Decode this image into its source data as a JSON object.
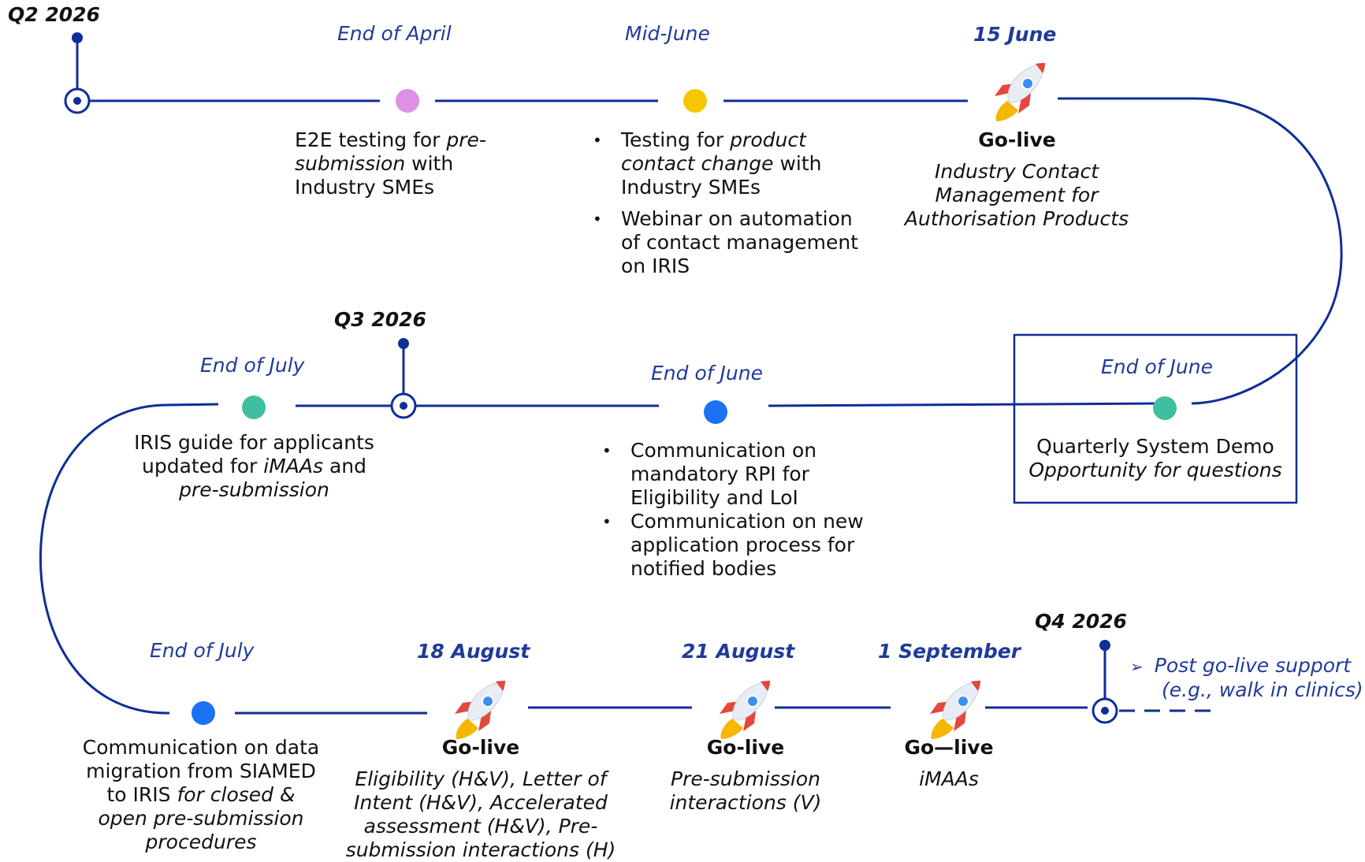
{
  "colors": {
    "line": "#0f2e96",
    "date_text": "#1f3a9a",
    "dot_pink": "#df8fe6",
    "dot_yellow": "#f6c700",
    "dot_teal": "#3fbf9f",
    "dot_blue": "#1a73f2",
    "rocket_body": "#e8ecf4",
    "rocket_red": "#e4483c",
    "rocket_window": "#3b8ff0",
    "rocket_flame": "#f6b700"
  },
  "quarters": {
    "q2": "Q2 2026",
    "q3": "Q3 2026",
    "q4": "Q4 2026"
  },
  "row1": {
    "m1": {
      "date": "End of April",
      "desc_a": "E2E testing for ",
      "desc_b": "pre-",
      "desc_c": "submission",
      "desc_d": " with",
      "desc_e": "Industry SMEs"
    },
    "m2": {
      "date": "Mid-June",
      "b1_a": "Testing for ",
      "b1_b": "product",
      "b1_c": "contact change",
      "b1_d": " with",
      "b1_e": "Industry SMEs",
      "b2_a": "Webinar on automation",
      "b2_b": "of contact management",
      "b2_c": "on IRIS"
    },
    "m3": {
      "date": "15 June",
      "title": "Go-live",
      "desc_1": "Industry Contact",
      "desc_2": "Management for",
      "desc_3": "Authorisation Products"
    }
  },
  "row2": {
    "m4": {
      "date": "End of June",
      "desc_1": "Quarterly System Demo",
      "desc_2": "Opportunity for questions"
    },
    "m5": {
      "date": "End of June",
      "b1_a": "Communication on",
      "b1_b": "mandatory RPI for",
      "b1_c": "Eligibility and LoI",
      "b2_a": "Communication on new",
      "b2_b": "application process for",
      "b2_c": "notified bodies"
    },
    "m6": {
      "date": "End of July",
      "desc_1": "IRIS guide for applicants",
      "desc_2a": "updated for ",
      "desc_2b": "iMAAs",
      "desc_2c": " and",
      "desc_3": "pre-submission"
    }
  },
  "row3": {
    "m7": {
      "date": "End of July",
      "desc_1": "Communication on data",
      "desc_2": "migration from SIAMED",
      "desc_3a": "to IRIS ",
      "desc_3b": "for closed &",
      "desc_4": "open pre-submission",
      "desc_5": "procedures"
    },
    "m8": {
      "date": "18 August",
      "title": "Go-live",
      "desc_1": "Eligibility (H&V), Letter of",
      "desc_2": "Intent (H&V), Accelerated",
      "desc_3": "assessment (H&V), Pre-",
      "desc_4": "submission interactions (H)"
    },
    "m9": {
      "date": "21 August",
      "title": "Go-live",
      "desc_1": "Pre-submission",
      "desc_2": "interactions (V)"
    },
    "m10": {
      "date": "1 September",
      "title": "Go—live",
      "desc_1": "iMAAs"
    },
    "post": {
      "line_1": "Post go-live support",
      "line_2": "(e.g., walk in clinics)"
    }
  }
}
